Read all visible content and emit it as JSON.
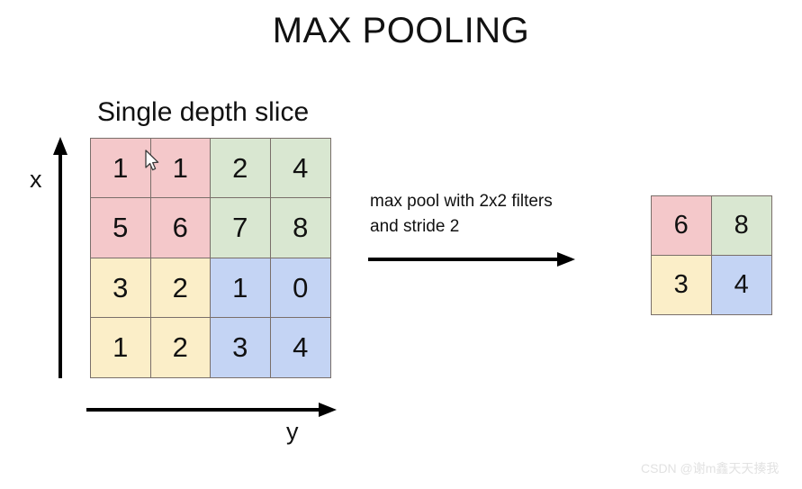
{
  "title": "MAX POOLING",
  "slice_caption": "Single depth slice",
  "axes": {
    "vertical_label": "x",
    "horizontal_label": "y",
    "vertical_arrow_icon": "arrow-up-icon",
    "horizontal_arrow_icon": "arrow-right-icon"
  },
  "annotation": {
    "line1": "max pool with 2x2 filters",
    "line2": "and stride 2",
    "arrow_icon": "arrow-right-icon"
  },
  "colors": {
    "pink": "#f4c8ca",
    "green": "#d9e7d1",
    "yellow": "#fbeec8",
    "blue": "#c4d4f4",
    "border": "#7a6f6a",
    "text": "#111111",
    "watermark": "#e2e2e2",
    "background": "#ffffff"
  },
  "input_grid": {
    "rows": 4,
    "cols": 4,
    "cells": [
      [
        {
          "value": "1",
          "color": "#f4c8ca"
        },
        {
          "value": "1",
          "color": "#f4c8ca"
        },
        {
          "value": "2",
          "color": "#d9e7d1"
        },
        {
          "value": "4",
          "color": "#d9e7d1"
        }
      ],
      [
        {
          "value": "5",
          "color": "#f4c8ca"
        },
        {
          "value": "6",
          "color": "#f4c8ca"
        },
        {
          "value": "7",
          "color": "#d9e7d1"
        },
        {
          "value": "8",
          "color": "#d9e7d1"
        }
      ],
      [
        {
          "value": "3",
          "color": "#fbeec8"
        },
        {
          "value": "2",
          "color": "#fbeec8"
        },
        {
          "value": "1",
          "color": "#c4d4f4"
        },
        {
          "value": "0",
          "color": "#c4d4f4"
        }
      ],
      [
        {
          "value": "1",
          "color": "#fbeec8"
        },
        {
          "value": "2",
          "color": "#fbeec8"
        },
        {
          "value": "3",
          "color": "#c4d4f4"
        },
        {
          "value": "4",
          "color": "#c4d4f4"
        }
      ]
    ]
  },
  "output_grid": {
    "rows": 2,
    "cols": 2,
    "cells": [
      [
        {
          "value": "6",
          "color": "#f4c8ca"
        },
        {
          "value": "8",
          "color": "#d9e7d1"
        }
      ],
      [
        {
          "value": "3",
          "color": "#fbeec8"
        },
        {
          "value": "4",
          "color": "#c4d4f4"
        }
      ]
    ]
  },
  "cursor": {
    "icon": "mouse-pointer-icon"
  },
  "watermark": "CSDN @谢m鑫天天揍我"
}
